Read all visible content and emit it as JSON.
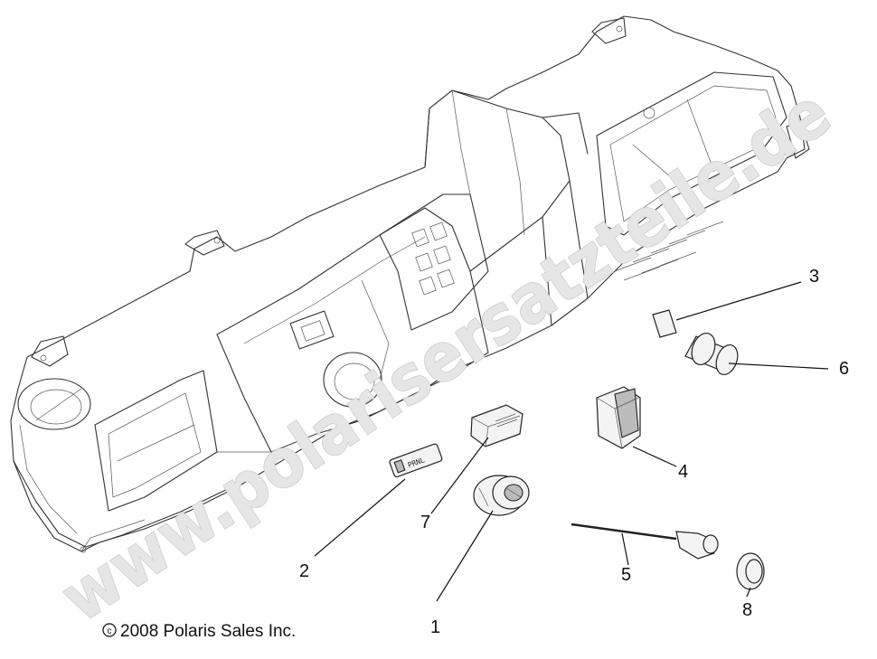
{
  "copyright": "2008 Polaris Sales Inc.",
  "copyright_symbol": "©",
  "watermark": "www.polarisersatzteile.de",
  "part_label_2": "PRNL",
  "callouts": [
    {
      "id": "1",
      "label": "1"
    },
    {
      "id": "2",
      "label": "2"
    },
    {
      "id": "3",
      "label": "3"
    },
    {
      "id": "4",
      "label": "4"
    },
    {
      "id": "5",
      "label": "5"
    },
    {
      "id": "6",
      "label": "6"
    },
    {
      "id": "7",
      "label": "7"
    },
    {
      "id": "8",
      "label": "8"
    }
  ]
}
